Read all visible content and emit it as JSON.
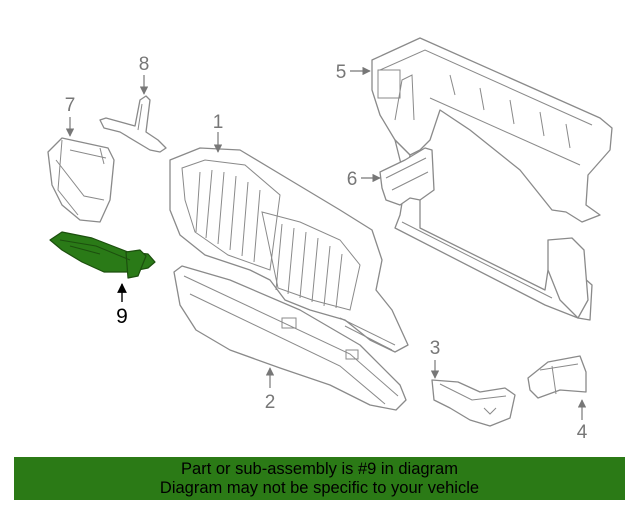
{
  "callouts": {
    "c1": "1",
    "c2": "2",
    "c3": "3",
    "c4": "4",
    "c5": "5",
    "c6": "6",
    "c7": "7",
    "c8": "8",
    "c9": "9"
  },
  "highlight": {
    "part_number": "9",
    "color": "#2b7a16"
  },
  "footer": {
    "line1": "Part or sub-assembly is #9 in diagram",
    "line2": "Diagram may not be specific to your vehicle"
  }
}
